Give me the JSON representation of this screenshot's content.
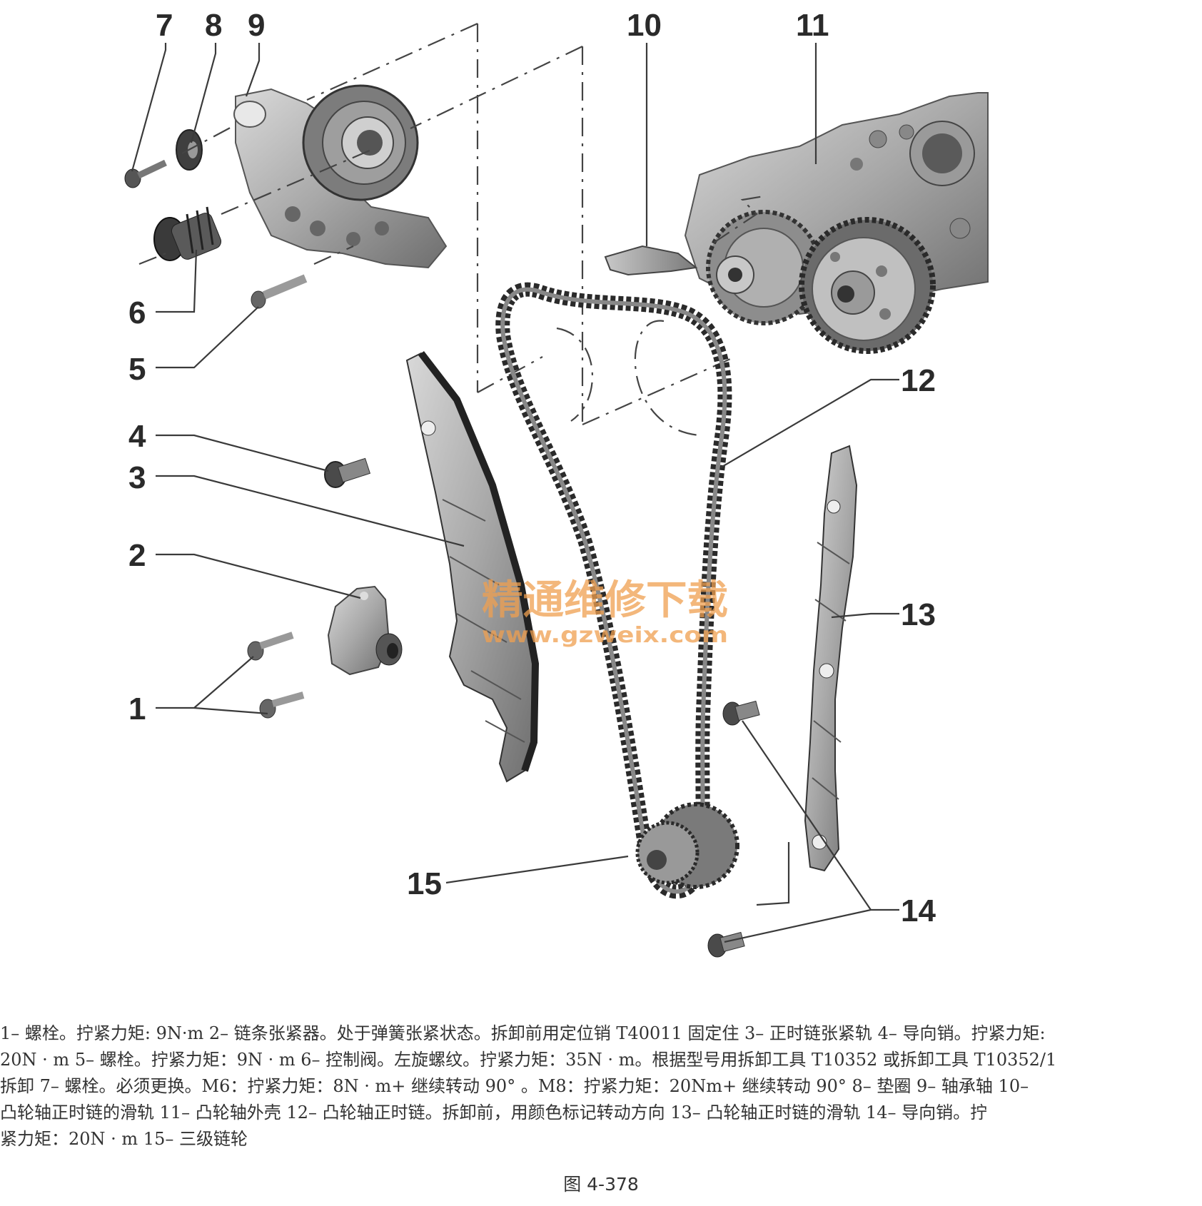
{
  "callouts": [
    "1",
    "2",
    "3",
    "4",
    "5",
    "6",
    "7",
    "8",
    "9",
    "10",
    "11",
    "12",
    "13",
    "14",
    "15"
  ],
  "watermark": {
    "title": "精通维修下载",
    "url": "www.gzweix.com"
  },
  "caption_lines": [
    "1– 螺栓。拧紧力矩: 9N·m   2– 链条张紧器。处于弹簧张紧状态。拆卸前用定位销 T40011 固定住   3– 正时链张紧轨   4– 导向销。拧紧力矩:",
    "20N · m   5– 螺栓。拧紧力矩：9N · m   6– 控制阀。左旋螺纹。拧紧力矩：35N · m。根据型号用拆卸工具 T10352 或拆卸工具 T10352/1",
    "拆卸   7– 螺栓。必须更换。M6：拧紧力矩：8N · m+ 继续转动 90° 。M8：拧紧力矩：20Nm+ 继续转动 90°   8– 垫圈   9– 轴承轴   10–",
    "凸轮轴正时链的滑轨   11– 凸轮轴外壳   12– 凸轮轴正时链。拆卸前，用颜色标记转动方向   13– 凸轮轴正时链的滑轨   14– 导向销。拧",
    "紧力矩：20N · m   15– 三级链轮"
  ],
  "figure_label": "图 4-378"
}
